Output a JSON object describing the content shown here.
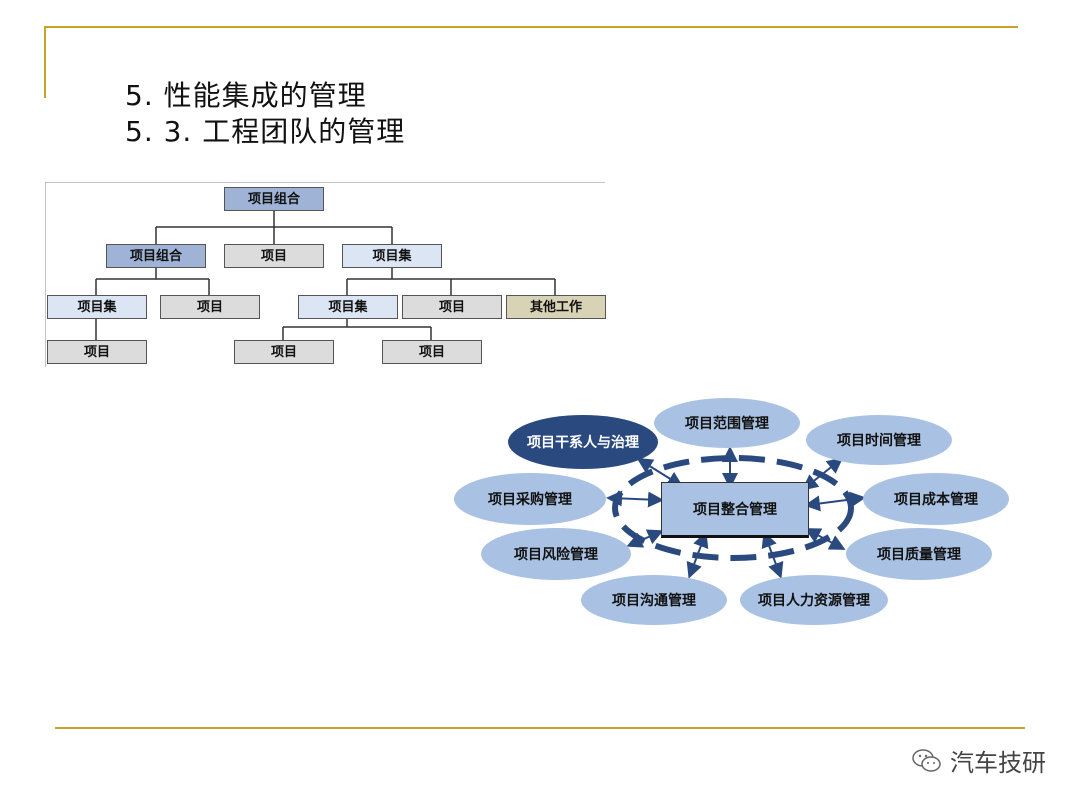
{
  "slide": {
    "title_line1": "5. 性能集成的管理",
    "title_line2": "5. 3. 工程团队的管理",
    "colors": {
      "accent": "#c9a227",
      "dark_box": "#9fb3d6",
      "light_box": "#dce5f3",
      "gray_box": "#dcdcdc",
      "tan_box": "#d9d3b6",
      "bubble": "#a9c1e2",
      "bubble_dark": "#2a4a7f"
    }
  },
  "org_chart": {
    "root": "项目组合",
    "level2": [
      "项目组合",
      "项目",
      "项目集"
    ],
    "level3": [
      "项目集",
      "项目",
      "项目集",
      "项目",
      "其他工作"
    ],
    "level4": [
      "项目",
      "项目",
      "项目"
    ]
  },
  "knowledge_areas": {
    "center": "项目整合管理",
    "areas": [
      "项目范围管理",
      "项目时间管理",
      "项目成本管理",
      "项目质量管理",
      "项目人力资源管理",
      "项目沟通管理",
      "项目风险管理",
      "项目采购管理",
      "项目干系人与治理"
    ]
  },
  "watermark": {
    "text": "汽车技研",
    "icon": "wechat-icon"
  }
}
